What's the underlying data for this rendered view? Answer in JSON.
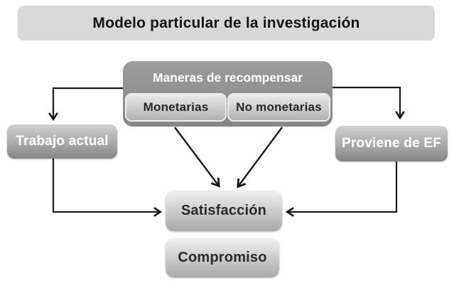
{
  "title": "Modelo particular de la investigación",
  "nodes": {
    "maneras": "Maneras de recompensar",
    "monetarias": "Monetarias",
    "no_monetarias": "No monetarias",
    "trabajo": "Trabajo actual",
    "proviene": "Proviene de EF",
    "satisfaccion": "Satisfacción",
    "compromiso": "Compromiso"
  },
  "edges": [
    {
      "from": "Maneras de recompensar",
      "to": "Trabajo actual"
    },
    {
      "from": "Maneras de recompensar",
      "to": "Proviene de EF"
    },
    {
      "from": "Monetarias",
      "to": "Satisfacción"
    },
    {
      "from": "No monetarias",
      "to": "Satisfacción"
    },
    {
      "from": "Trabajo actual",
      "to": "Satisfacción"
    },
    {
      "from": "Proviene de EF",
      "to": "Satisfacción"
    }
  ],
  "colors": {
    "background": "#ffffff",
    "title_box": "#d8d8d8",
    "parent_box": "#8f8f8f",
    "gradient_light_top": "#f0f0f0",
    "gradient_light_bottom": "#a9a9a9",
    "gradient_mid_top": "#d0d0d0",
    "gradient_mid_bottom": "#858585",
    "arrow": "#1a1a1a",
    "text_dark": "#272727",
    "text_light": "#ffffff"
  }
}
